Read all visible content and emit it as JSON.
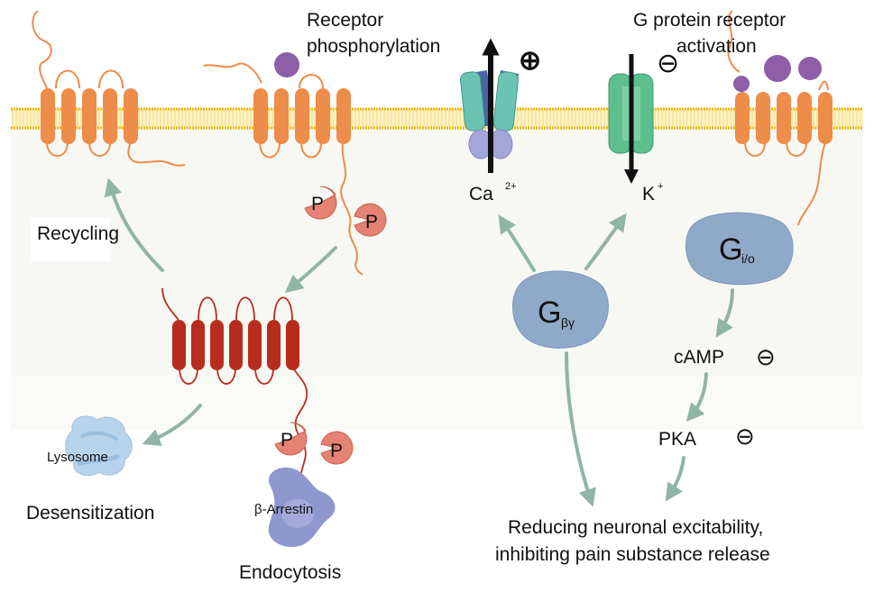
{
  "title": "Opioid receptor signaling: G protein activation, phosphorylation, desensitization and recycling",
  "colors": {
    "membrane_line": "#f2b705",
    "membrane_fill": "#fdf3c8",
    "cytoplasm": "#f7f8f3",
    "receptor_orange": "#ee8c4a",
    "receptor_internalized": "#b82c1e",
    "ligand_purple": "#8e5ea8",
    "phosphate": "#e48373",
    "g_protein": "#8fa9c9",
    "ca_channel_teal": "#6bc3b3",
    "ca_channel_blue": "#4a63a8",
    "ca_channel_lower": "#a3a6d8",
    "k_channel_green": "#5ebf8e",
    "arrestin": "#8f97cf",
    "lysosome": "#b8d3ec",
    "flow_arrow": "#8fb5a6",
    "ion_arrow": "#111111"
  },
  "labels": {
    "receptor_phosphorylation": [
      "Receptor",
      "phosphorylation"
    ],
    "gpcr_activation": [
      "G protein receptor",
      "activation"
    ],
    "recycling": "Recycling",
    "lysosome": "Lysosome",
    "desensitization": "Desensitization",
    "beta_arrestin": "β-Arrestin",
    "endocytosis": "Endocytosis",
    "ca_ion": "Ca",
    "ca_charge": "2+",
    "k_ion": "K",
    "k_charge": "+",
    "g_beta_gamma_main": "G",
    "g_beta_gamma_sub": "βγ",
    "g_io_main": "G",
    "g_io_sub": "i/o",
    "camp": "cAMP",
    "pka": "PKA",
    "phosphate": "P",
    "outcome": [
      "Reducing neuronal excitability,",
      "inhibiting pain substance release"
    ]
  },
  "effects": {
    "ca_channel": "plus",
    "k_channel": "minus",
    "camp": "minus",
    "pka": "minus"
  },
  "symbols": {
    "plus": "⊕",
    "minus": "⊖"
  }
}
